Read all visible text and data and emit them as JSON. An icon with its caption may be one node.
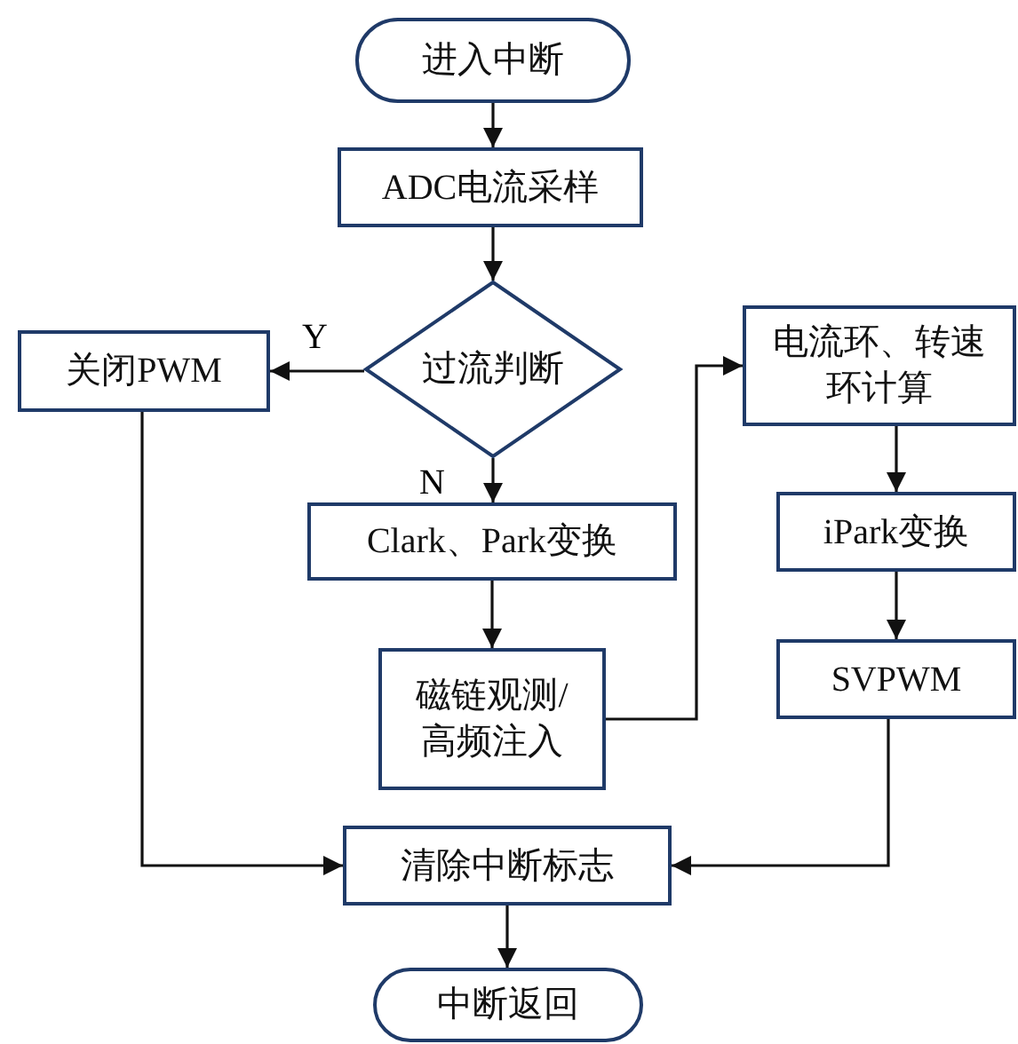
{
  "diagram": {
    "nodes": [
      {
        "text": [
          "进入中断"
        ]
      },
      {
        "text": [
          "ADC电流采样"
        ]
      },
      {
        "text": [
          "过流判断"
        ]
      },
      {
        "text": [
          "关闭PWM"
        ]
      },
      {
        "text": [
          "Clark、Park变换"
        ]
      },
      {
        "text": [
          "磁链观测/高频注入"
        ]
      },
      {
        "text": [
          "电流环、转速环计算"
        ]
      },
      {
        "text": [
          "iPark变换"
        ]
      },
      {
        "text": [
          "SVPWM"
        ]
      },
      {
        "text": [
          "清除中断标志"
        ]
      },
      {
        "text": [
          "中断返回"
        ]
      }
    ],
    "edges": [
      {
        "from": 0,
        "to": 1,
        "arrow": "to"
      },
      {
        "from": 1,
        "to": 2,
        "arrow": "to"
      },
      {
        "from": 2,
        "to": 3,
        "arrow": "to",
        "label": "Y"
      },
      {
        "from": 2,
        "to": 4,
        "arrow": "to",
        "label": "N"
      },
      {
        "from": 4,
        "to": 5,
        "arrow": "to"
      },
      {
        "from": 5,
        "to": 6,
        "arrow": "to"
      },
      {
        "from": 6,
        "to": 7,
        "arrow": "to"
      },
      {
        "from": 7,
        "to": 8,
        "arrow": "to"
      },
      {
        "from": 8,
        "to": 9,
        "arrow": "to"
      },
      {
        "from": 3,
        "to": 9,
        "arrow": "to"
      },
      {
        "from": 9,
        "to": 10,
        "arrow": "to"
      }
    ]
  }
}
